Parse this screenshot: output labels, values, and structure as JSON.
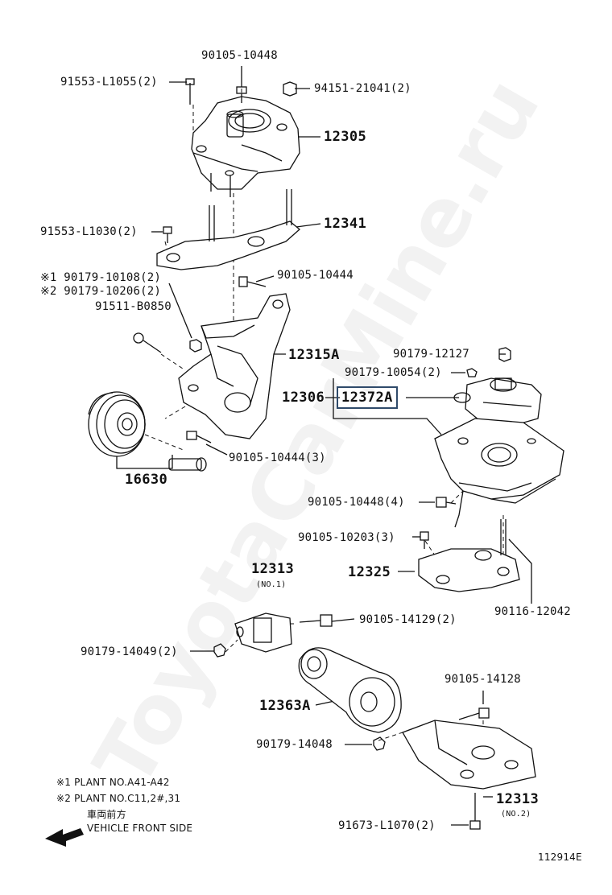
{
  "parts": {
    "p90105_10448": "90105-10448",
    "p91553_l1055": "91553-L1055(2)",
    "p94151_21041": "94151-21041(2)",
    "p12305": "12305",
    "p12341": "12341",
    "p91553_l1030": "91553-L1030(2)",
    "p90179_10108": "※1 90179-10108(2)",
    "p90179_10206": "※2 90179-10206(2)",
    "p90105_10444": "90105-10444",
    "p91511_b0850": "91511-B0850",
    "p12315a": "12315A",
    "p90179_12127": "90179-12127",
    "p90179_10054": "90179-10054(2)",
    "p12306": "12306",
    "p12372a": "12372A",
    "p16630": "16630",
    "p90105_10444_3": "90105-10444(3)",
    "p90105_10448_4": "90105-10448(4)",
    "p90105_10203_3": "90105-10203(3)",
    "p12325": "12325",
    "p90116_12042": "90116-12042",
    "p12313_no1": "12313",
    "no1": "(NO.1)",
    "p90105_14129": "90105-14129(2)",
    "p90179_14049": "90179-14049(2)",
    "p12363a": "12363A",
    "p90105_14128": "90105-14128",
    "p90179_14048": "90179-14048",
    "p12313_no2": "12313",
    "no2": "(NO.2)",
    "p91673_l1070": "91673-L1070(2)"
  },
  "notes": {
    "note1": "※1  PLANT NO.A41-A42",
    "note2": "※2  PLANT NO.C11,2#,31",
    "front_jp": "車両前方",
    "front_en": "VEHICLE FRONT SIDE"
  },
  "diagram_id": "112914E",
  "watermark": "ToyotaCarMine.ru",
  "highlight_color": "#2f4a6a"
}
